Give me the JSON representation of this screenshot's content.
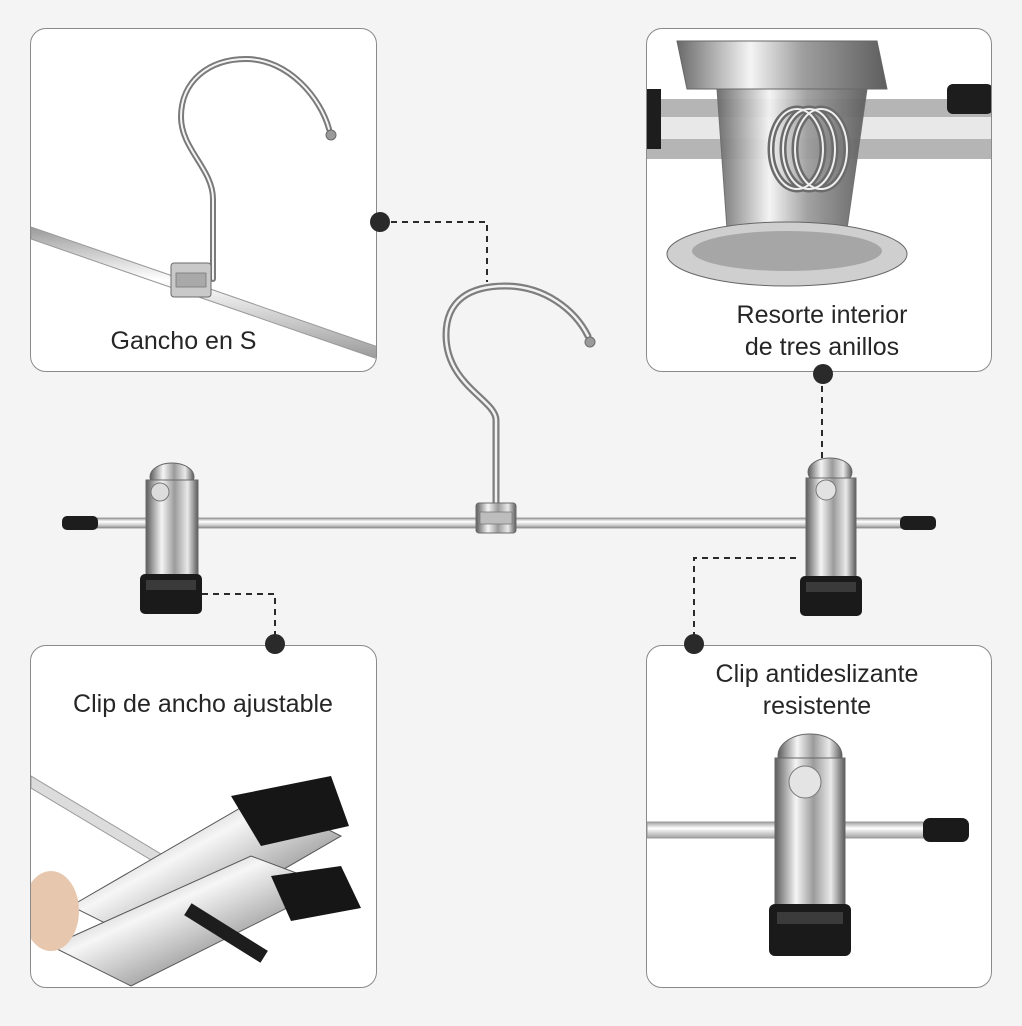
{
  "features": {
    "s_hook": {
      "label": "Gancho en S"
    },
    "spring": {
      "label": "Resorte interior\nde tres anillos"
    },
    "adjustable_clip": {
      "label": "Clip de ancho ajustable"
    },
    "antislip_clip": {
      "label": "Clip antideslizante\nresistente"
    }
  },
  "colors": {
    "background": "#f4f4f4",
    "panel_border": "#8a8a8a",
    "chrome_dark": "#6d6d6d",
    "chrome_light": "#f2f2f2",
    "pad_black": "#1a1a1a",
    "callout": "#2a2a2a"
  },
  "icons": [
    "callout-dot-icon"
  ]
}
